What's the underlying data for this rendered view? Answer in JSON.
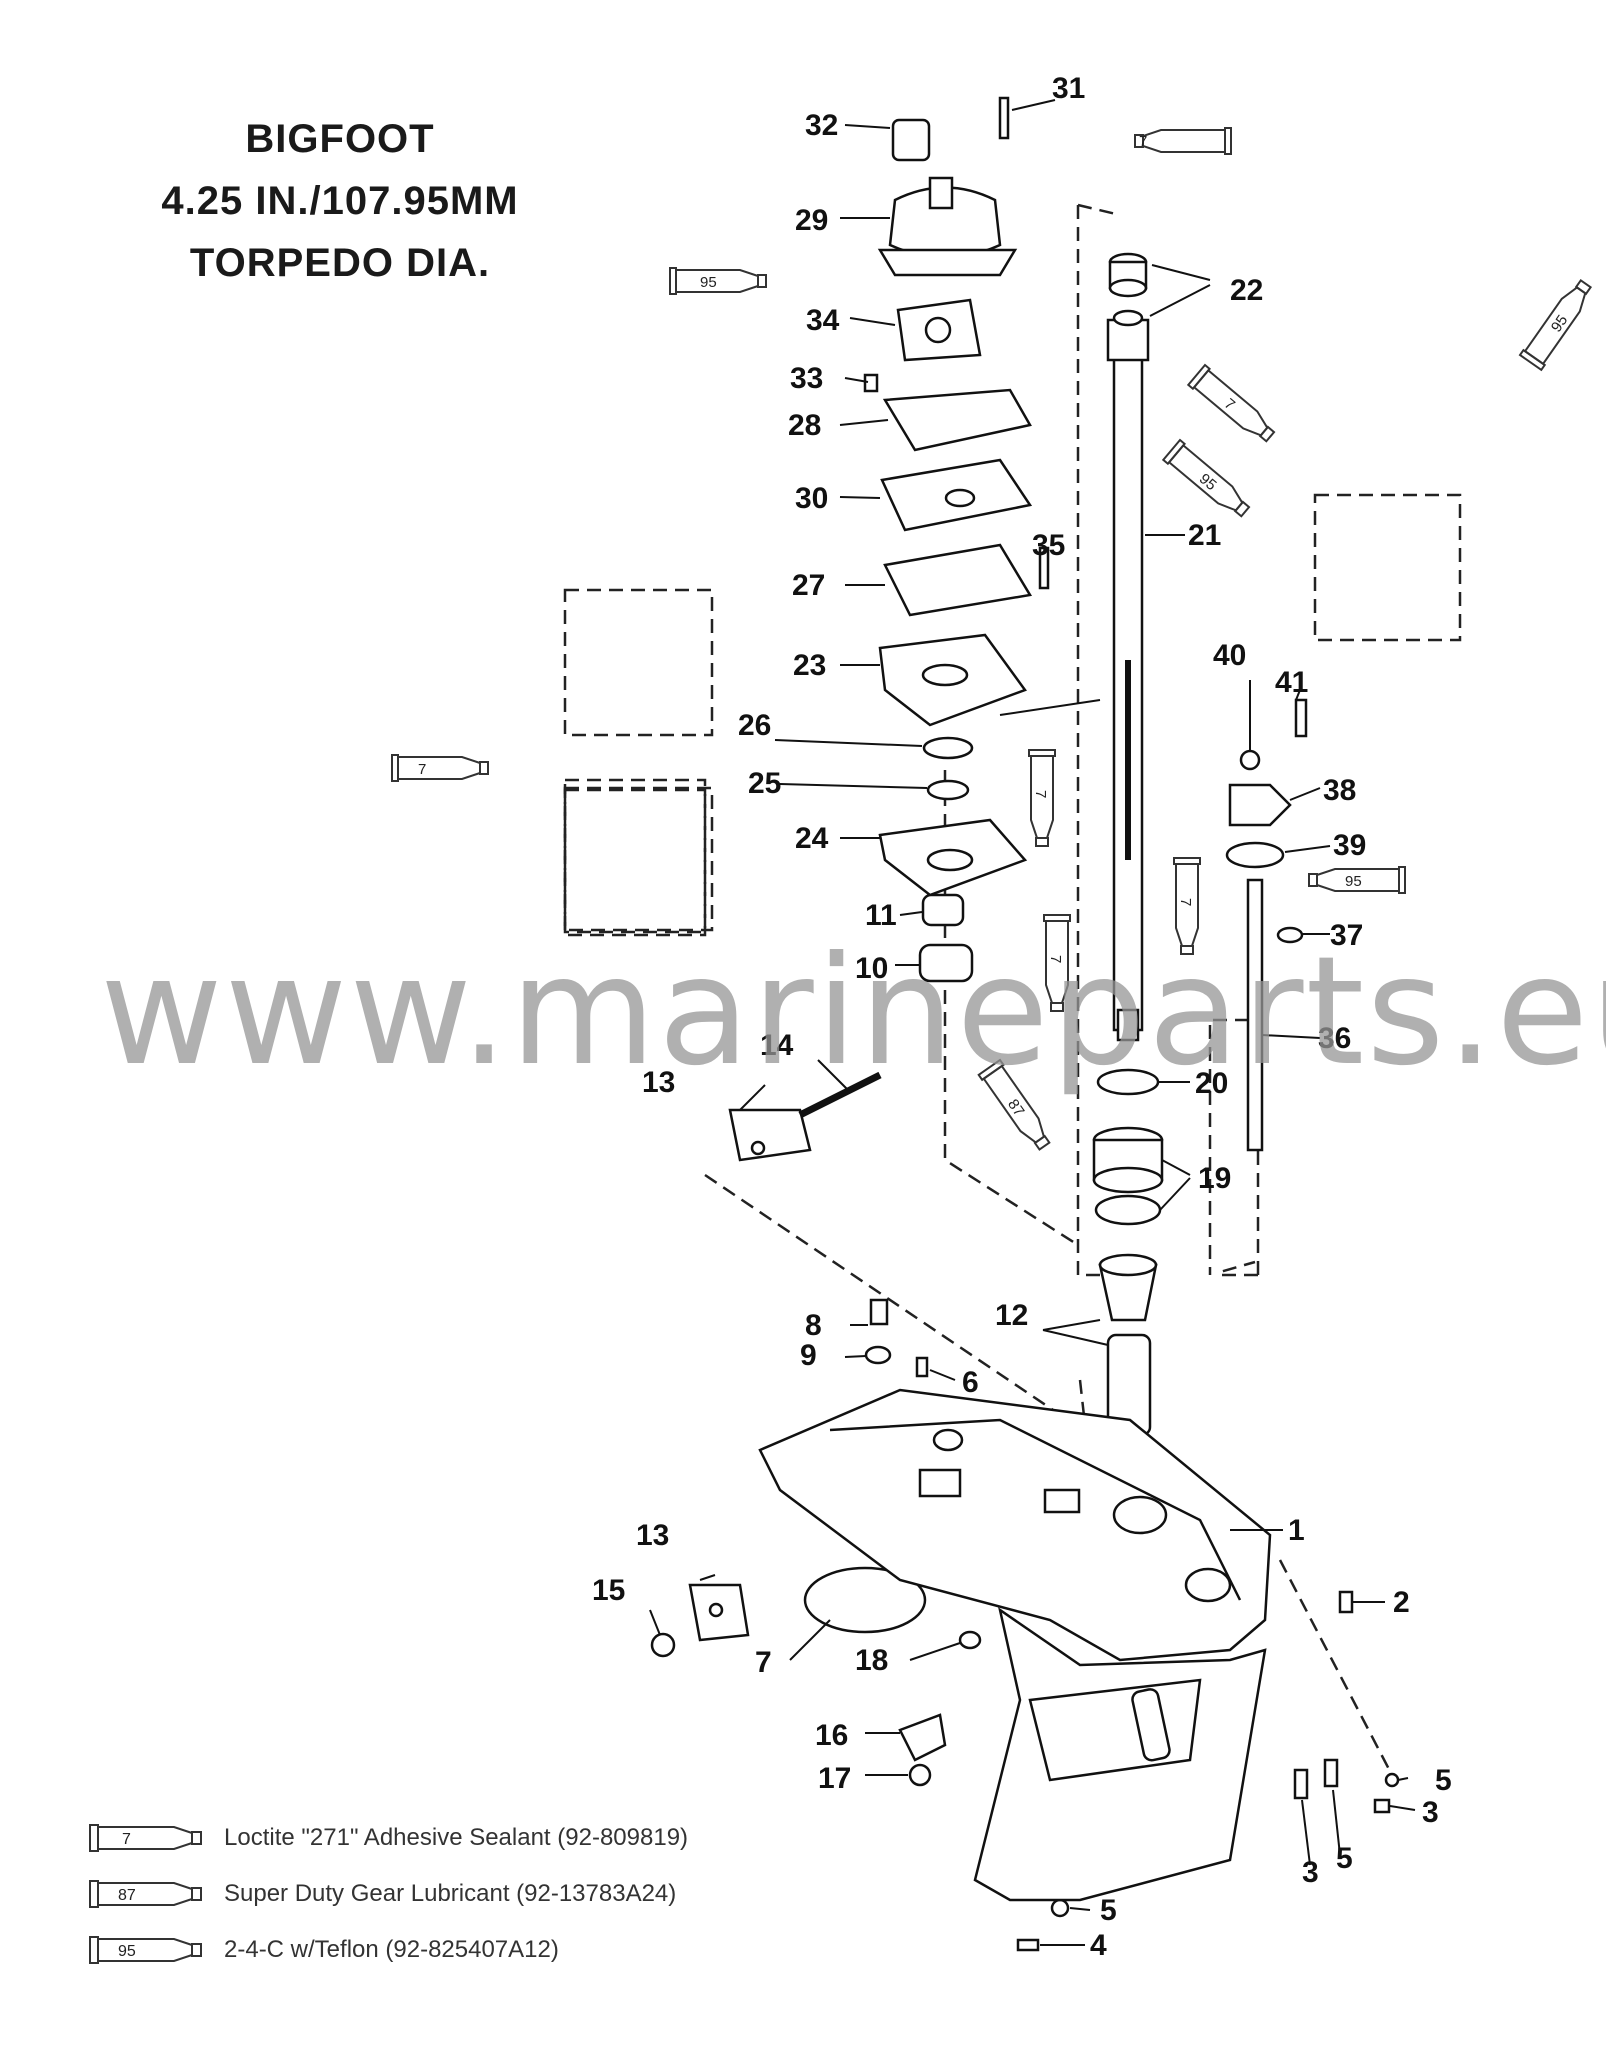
{
  "title": {
    "line1": "BIGFOOT",
    "line2": "4.25 IN./107.95MM",
    "line3": "TORPEDO DIA."
  },
  "watermark": "www.marineparts.eu",
  "callouts": [
    "1",
    "2",
    "3",
    "3",
    "4",
    "5",
    "5",
    "5",
    "6",
    "7",
    "7",
    "8",
    "9",
    "10",
    "11",
    "12",
    "13",
    "13",
    "14",
    "15",
    "16",
    "17",
    "18",
    "19",
    "20",
    "21",
    "22",
    "23",
    "24",
    "25",
    "26",
    "27",
    "28",
    "29",
    "30",
    "31",
    "32",
    "33",
    "34",
    "35",
    "36",
    "37",
    "38",
    "39",
    "40",
    "41"
  ],
  "tube_labels": [
    "7",
    "95",
    "7",
    "95",
    "95",
    "7",
    "7",
    "7",
    "95",
    "87",
    "7"
  ],
  "legend": [
    {
      "code": "7",
      "text": "Loctite \"271\" Adhesive Sealant (92-809819)"
    },
    {
      "code": "87",
      "text": "Super Duty Gear Lubricant (92-13783A24)"
    },
    {
      "code": "95",
      "text": "2-4-C w/Teflon (92-825407A12)"
    }
  ],
  "colors": {
    "ink": "#111111",
    "watermark": "#969696",
    "background": "#ffffff"
  }
}
